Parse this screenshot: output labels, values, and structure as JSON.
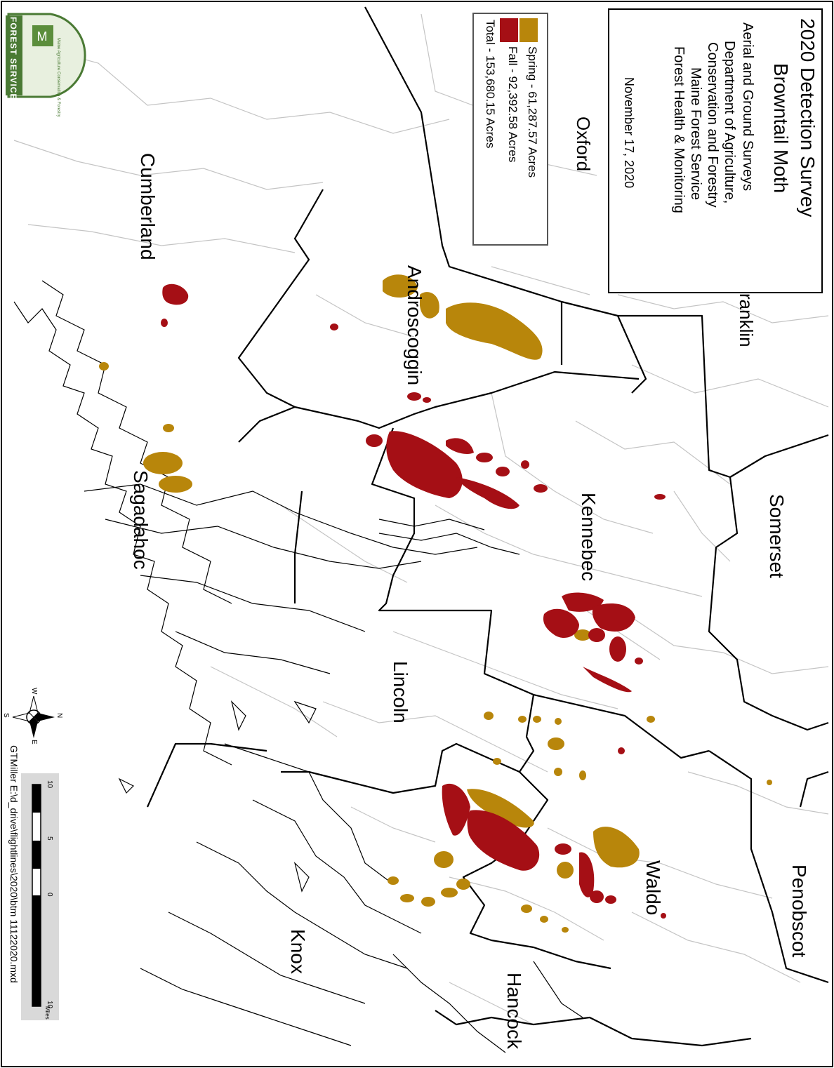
{
  "title_block": {
    "title_line1": "2020 Detection Survey",
    "title_line2": "Browntail Moth",
    "subtitle": "Aerial and Ground Surveys",
    "agency_line1": "Department of Agriculture,",
    "agency_line2": "Conservation and Forestry",
    "agency_line3": "Maine Forest Service",
    "agency_line4": "Forest Health & Monitoring",
    "date": "November 17, 2020"
  },
  "legend": {
    "items": [
      {
        "label": "Spring - 61,287.57 Acres",
        "color": "#b8860b"
      },
      {
        "label": "Fall - 92,392.58 Acres",
        "color": "#a50f15"
      }
    ],
    "total": "Total - 153,680.15 Acres"
  },
  "counties": {
    "oxford": "Oxford",
    "franklin": "ranklin",
    "androscoggin": "Androscoggin",
    "cumberland": "Cumberland",
    "kennebec": "Kennebec",
    "somerset": "Somerset",
    "sagadahoc": "Sagadahoc",
    "lincoln": "Lincoln",
    "waldo": "Waldo",
    "penobscot": "Penobscot",
    "knox": "Knox",
    "hancock": "Hancock"
  },
  "scale_bar": {
    "ticks": [
      "10",
      "5",
      "0",
      "10"
    ],
    "unit": "Miles"
  },
  "north_arrow": {
    "n": "N",
    "s": "S",
    "e": "E",
    "w": "W"
  },
  "footer": "GTMiller  E:\\d_drive\\flightlines\\2020\\btm 11122020.mxd",
  "logo": {
    "text": "FOREST SERVICE",
    "small_text": "Maine Agriculture Conservation & Forestry"
  },
  "colors": {
    "spring": "#b8860b",
    "fall": "#a50f15",
    "county_line": "#000000",
    "town_line": "#bdbdbd"
  }
}
